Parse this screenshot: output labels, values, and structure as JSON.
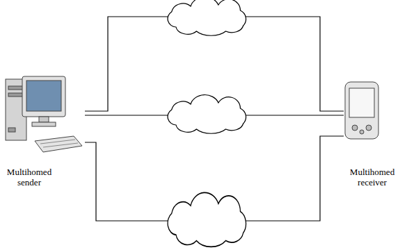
{
  "diagram": {
    "nodes": [
      {
        "text": [
          "Multihomed sender"
        ]
      },
      {
        "text": [
          "Multihomed receiver"
        ]
      }
    ],
    "edges": [
      {
        "from": 0,
        "to": 1,
        "arrow": "none"
      },
      {
        "from": 0,
        "to": 1,
        "arrow": "none"
      },
      {
        "from": 0,
        "to": 1,
        "arrow": "none"
      }
    ]
  }
}
